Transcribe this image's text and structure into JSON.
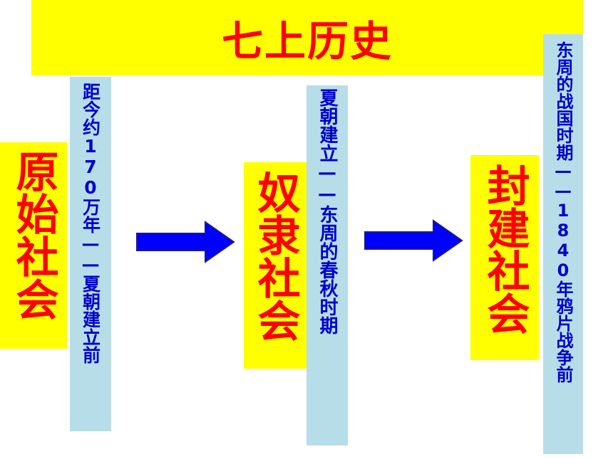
{
  "title": "七上历史",
  "stages": [
    {
      "name": "原始社会",
      "period": "距今约170万年——夏朝建立前"
    },
    {
      "name": "奴隶社会",
      "period": "夏朝建立——东周的春秋时期"
    },
    {
      "name": "封建社会",
      "period": "东周的战国时期——1840年鸦片战争前"
    }
  ],
  "colors": {
    "title_bg": "#ffff00",
    "title_text": "#ff0000",
    "stage_bg": "#ffff00",
    "stage_text": "#ff0000",
    "period_bg": "#b7dde8",
    "period_text": "#0000cc",
    "arrow": "#0000ff"
  },
  "arrow_icon": "right-arrow-icon"
}
